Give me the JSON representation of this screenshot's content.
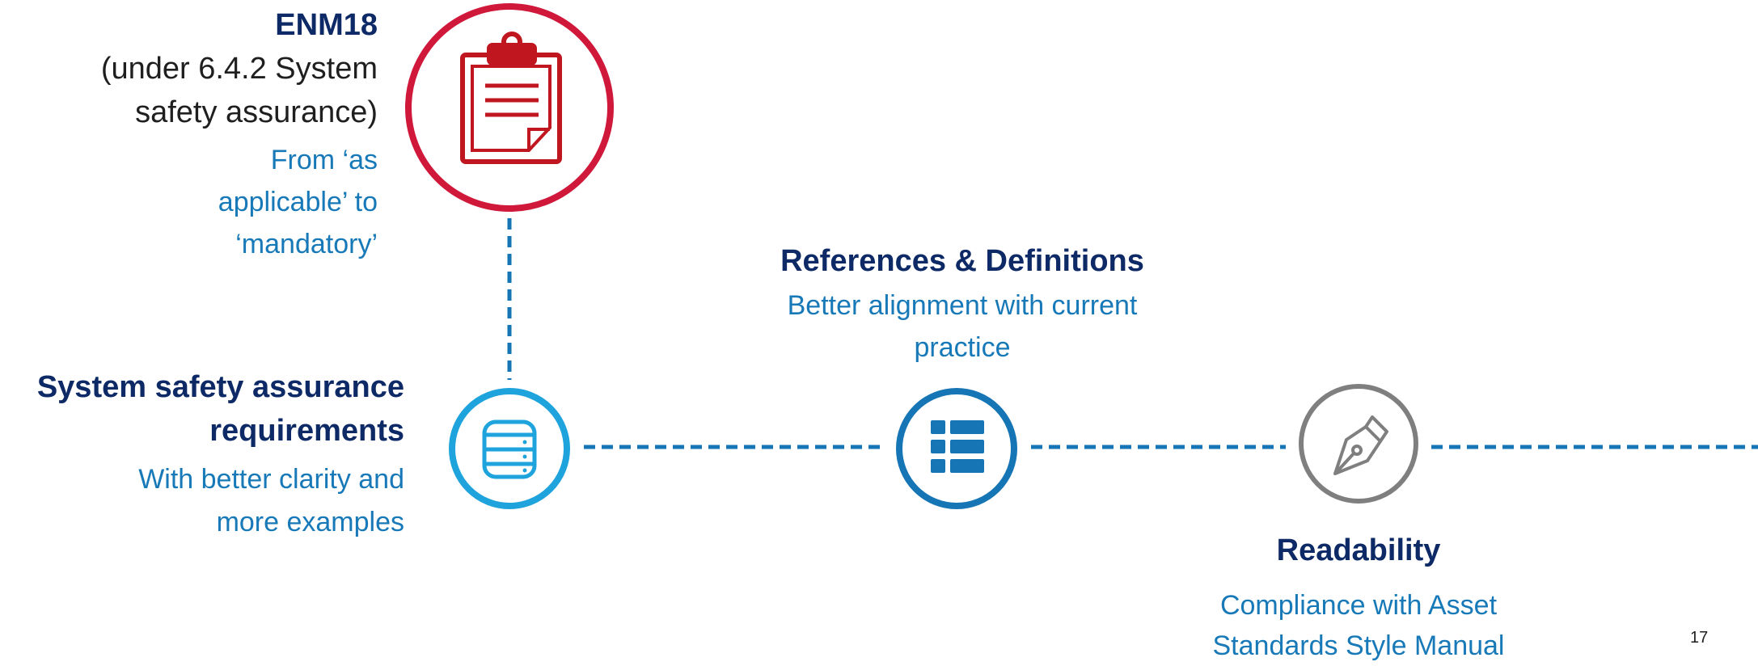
{
  "colors": {
    "navy": "#0d2a66",
    "accent_blue": "#1779b8",
    "light_blue": "#1fa3dc",
    "mid_blue": "#1675b5",
    "red": "#d0183a",
    "grey": "#7f7f7f"
  },
  "enm18": {
    "title": "ENM18",
    "subtitle_line1": "(under 6.4.2 System",
    "subtitle_line2": "safety assurance)",
    "note_line1": "From ‘as",
    "note_line2": "applicable’ to",
    "note_line3": "‘mandatory’",
    "icon": "clipboard-icon"
  },
  "system_safety": {
    "title_line1": "System safety assurance",
    "title_line2": "requirements",
    "note_line1": "With better clarity and",
    "note_line2": "more examples",
    "icon": "database-icon"
  },
  "references": {
    "title": "References & Definitions",
    "note_line1": "Better alignment with current",
    "note_line2": "practice",
    "icon": "list-icon"
  },
  "readability": {
    "title": "Readability",
    "note_line1": "Compliance with Asset",
    "note_line2": "Standards Style Manual",
    "icon": "fountain-pen-icon"
  },
  "page_number": "17"
}
